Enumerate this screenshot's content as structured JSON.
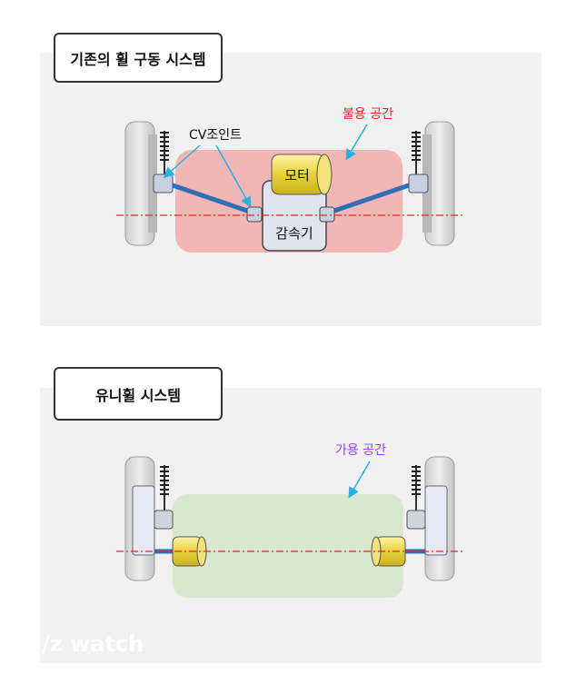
{
  "section1": {
    "title": "기존의 휠 구동 시스템",
    "labels": {
      "cv_joint": "CV조인트",
      "unused_space": "불용 공간",
      "motor": "모터",
      "reducer": "감속기"
    }
  },
  "section2": {
    "title": "유니휠 시스템",
    "labels": {
      "usable_space": "가용 공간"
    }
  },
  "watermark": "/z watch",
  "colors": {
    "unused_space_fill": "#f2b6b6",
    "usable_space_fill": "#d8e7cf",
    "unused_label": "#e8231d",
    "usable_label": "#9b3ff0",
    "shaft": "#2f6fb5",
    "centerline": "#e8231d",
    "arrow": "#22b3e6"
  }
}
